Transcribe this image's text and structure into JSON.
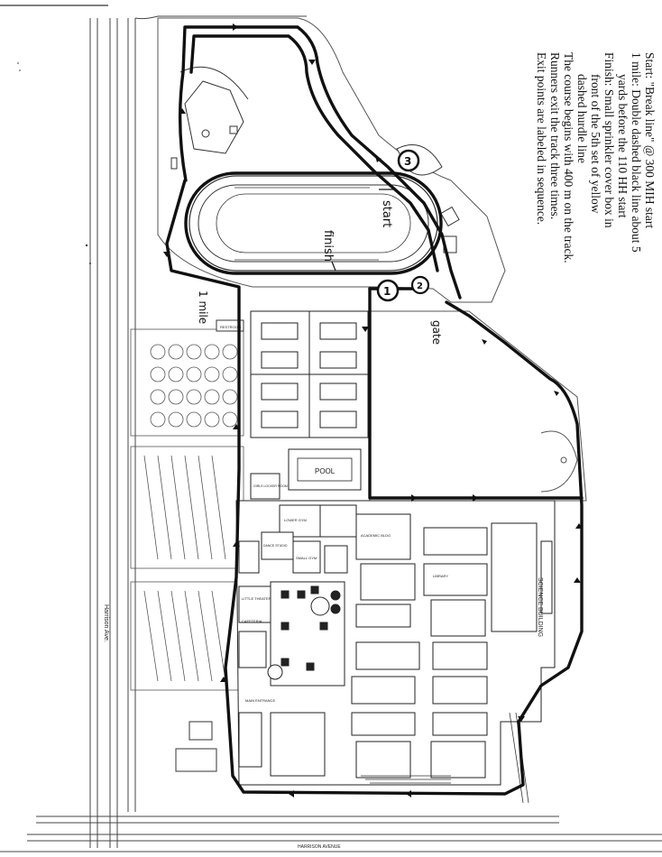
{
  "legend": {
    "lines": [
      "Start: \"Break line\" @ 300 MIH start",
      "1 mile: Double dashed black line about 5",
      "yards before the 110 HH start",
      "Finish: Small sprinkler cover box in",
      "front of the 5th set of yellow",
      "dashed hurdle line",
      "The course begins with 400 m on the track.",
      "Runners exit the track three times.",
      "Exit points are labeled in sequence."
    ]
  },
  "handwritten": {
    "start": "start",
    "finish": "finish",
    "mile": "1 mile",
    "gate": "gate"
  },
  "exit_points": [
    "1",
    "2",
    "3"
  ],
  "buildings": {
    "pool": "POOL",
    "science": "SCIENCE BUILDING",
    "cafeteria": "CAFETERIA",
    "gym": "LOWER GYM",
    "main_entrance": "MAIN ENTRANCE",
    "restroom": "RESTROOM",
    "girls_locker": "GIRLS LOCKER ROOM",
    "small_gym": "SMALL GYM",
    "little_theater": "LITTLE THEATER",
    "academic_bldg": "ACADEMIC BLDG",
    "library": "LIBRARY",
    "dance_studio": "DANCE STUDIO"
  },
  "streets": {
    "right_street": "Harrison Ave.",
    "bottom_street": "HARRISON AVENUE"
  },
  "colors": {
    "route": "#111111",
    "building_fill": "#ffffff",
    "ink": "#1a1a1a"
  }
}
